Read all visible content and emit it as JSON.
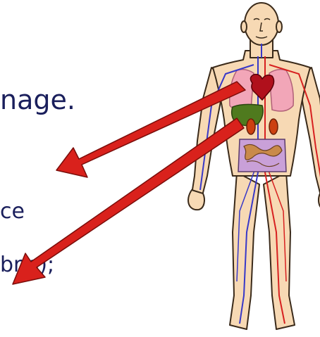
{
  "text_fragments": [
    {
      "id": "f1",
      "text": "nage."
    },
    {
      "id": "f2",
      "text": "ce"
    },
    {
      "id": "f3",
      "text": "bris);"
    }
  ],
  "colors": {
    "text": "#1a1f5c",
    "arrow": "#d9211c",
    "arrow_outline": "#7a0d0a",
    "skin": "#f7d9b4",
    "outline": "#3a2a1a",
    "vein": "#3838c8",
    "artery": "#d72020",
    "lungs": "#f2a6b8",
    "heart": "#b0101c",
    "liver": "#4f7a1e",
    "intestine": "#c9a0d8",
    "kidney": "#cc4010"
  },
  "icons": [
    "human-anatomy-figure",
    "red-arrow",
    "red-arrow"
  ]
}
